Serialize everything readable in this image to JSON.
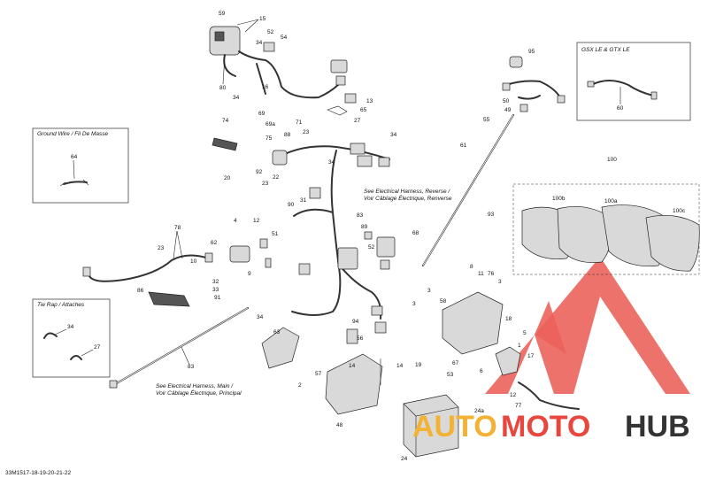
{
  "callouts": {
    "c59": "59",
    "c15": "15",
    "c52": "52",
    "c54": "54",
    "c34a": "34",
    "c80": "80",
    "c34b": "34",
    "c16": "16",
    "c69": "69",
    "c69a": "69a",
    "c71": "71",
    "c23a": "23",
    "c13": "13",
    "c65": "65",
    "c27a": "27",
    "c74": "74",
    "c88": "88",
    "c75": "75",
    "c34c": "34",
    "c20": "20",
    "c92": "92",
    "c22": "22",
    "c23b": "23",
    "c90": "90",
    "c31": "31",
    "c83a": "83",
    "c78": "78",
    "c4": "4",
    "c12a": "12",
    "c51": "51",
    "c62": "62",
    "c23c": "23",
    "c10": "10",
    "c9": "9",
    "c86": "86",
    "c32": "32",
    "c33": "33",
    "c91": "91",
    "c34d": "34",
    "c34e": "34",
    "c63": "63",
    "c94": "94",
    "c56": "56",
    "c83b": "83",
    "c14a": "14",
    "c57": "57",
    "c2": "2",
    "c48": "48",
    "c14b": "14",
    "c19": "19",
    "c53": "53",
    "c24": "24",
    "c24a": "24a",
    "c95": "95",
    "c50": "50",
    "c49": "49",
    "c55": "55",
    "c61": "61",
    "c93": "93",
    "c60": "60",
    "c100": "100",
    "c100a": "100a",
    "c100b": "100b",
    "c100c": "100c",
    "c89": "89",
    "c52b": "52",
    "c68": "68",
    "c8": "8",
    "c11": "11",
    "c76": "76",
    "c3a": "3",
    "c58": "58",
    "c3b": "3",
    "c3c": "3",
    "c64": "64",
    "c27b": "27",
    "c34f": "34",
    "c1": "1",
    "c5": "5",
    "c18": "18",
    "c17": "17",
    "c67": "67",
    "c6": "6",
    "c12b": "12",
    "c77": "77"
  },
  "insets": {
    "ground_wire": "Ground Wire / Fil De Masse",
    "tie_rap": "Tie Rap / Attaches",
    "gsx": "GSX LE & GTX LE"
  },
  "notes": {
    "reverse_line1": "See Electrical Harness, Reverse /",
    "reverse_line2": "Voir Câblage Électrique, Renverse",
    "main_line1": "See Electrical Harness, Main /",
    "main_line2": "Voir Câblage Électrique, Principal"
  },
  "diagram_code": "33M1517-18-19-20-21-22",
  "watermark": {
    "word_a": "AUTO",
    "word_b": "MOTO",
    "word_c": "HUB",
    "color_red": "#e8473f",
    "color_yellow": "#f3b234",
    "color_dark": "#333333"
  }
}
